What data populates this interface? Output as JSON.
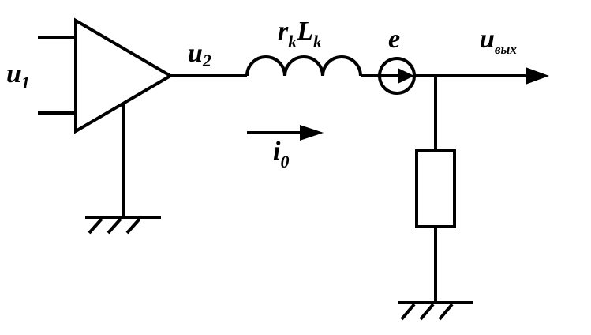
{
  "labels": {
    "input_u": "u",
    "input_sub": "1",
    "amp_out_u": "u",
    "amp_out_sub": "2",
    "r_main": "r",
    "r_sub": "k",
    "l_main": "L",
    "l_sub": "k",
    "emf": "e",
    "current_i": "i",
    "current_sub": "0",
    "out_u": "u",
    "out_sub": "вых"
  },
  "colors": {
    "stroke": "#000000",
    "background": "#ffffff"
  }
}
